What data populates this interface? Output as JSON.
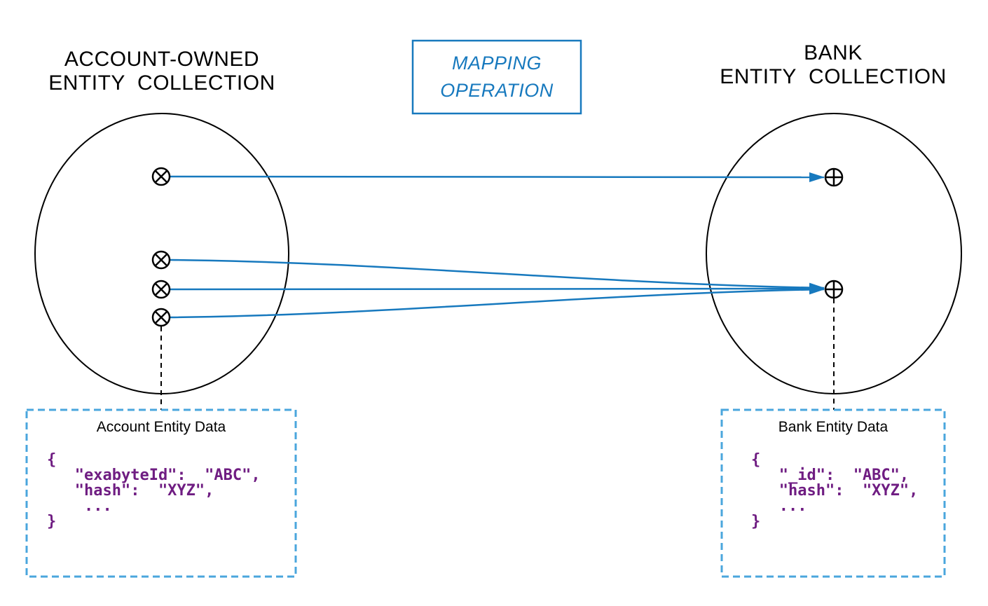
{
  "colors": {
    "arrow_blue": "#1779be",
    "dashed_box_blue": "#4aa6dd",
    "code_purple": "#6f1d82",
    "outline_black": "#000000",
    "background": "#ffffff"
  },
  "left_collection": {
    "title": "ACCOUNT-OWNED\nENTITY  COLLECTION",
    "node_icon": "circled-times"
  },
  "right_collection": {
    "title": "BANK\nENTITY  COLLECTION",
    "node_icon": "circled-plus"
  },
  "mapping": {
    "label": "MAPPING\nOPERATION"
  },
  "left_data_box": {
    "title": "Account Entity Data",
    "code": "{\n   \"exabyteId\":  \"ABC\",\n   \"hash\":  \"XYZ\",\n    ...\n}"
  },
  "right_data_box": {
    "title": "Bank Entity Data",
    "code": "{\n   \"_id\":  \"ABC\",\n   \"hash\":  \"XYZ\",\n   ...\n}"
  }
}
